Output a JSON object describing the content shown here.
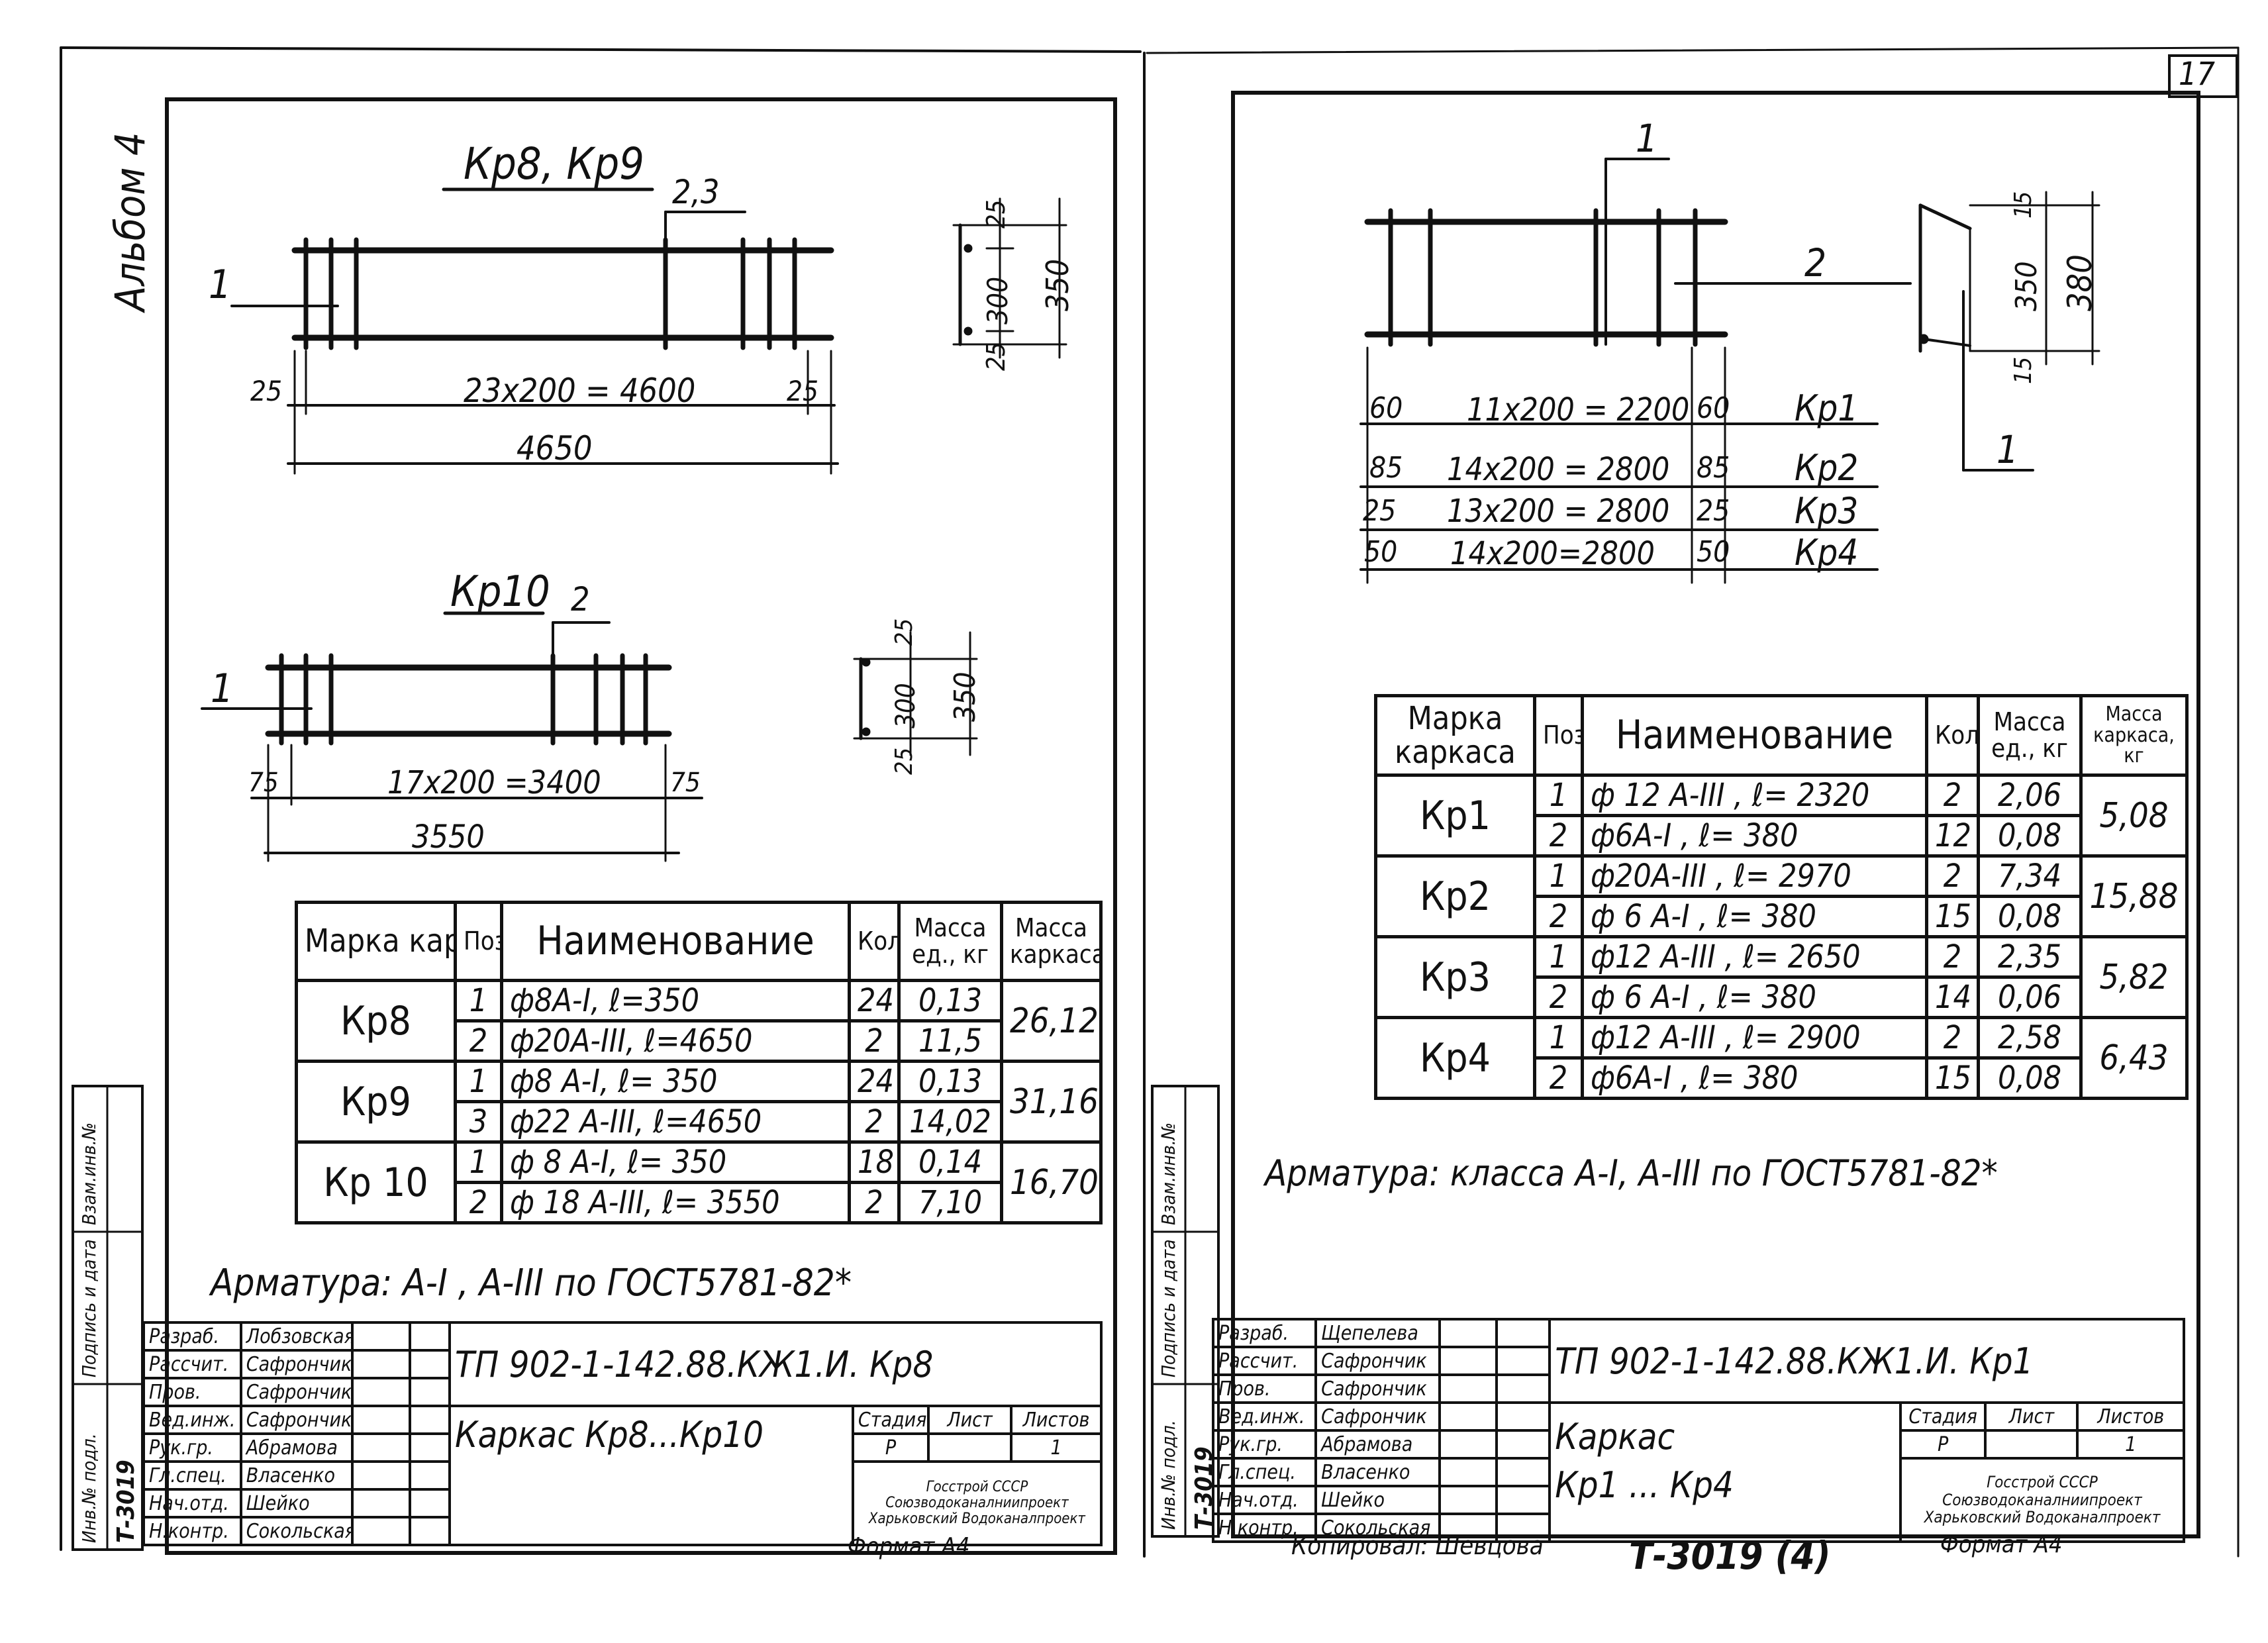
{
  "sheet_number": "17",
  "left": {
    "album_label": "Альбом 4",
    "drawing1": {
      "title": "Кр8, Кр9",
      "pos_label_a": "1",
      "pos_label_b": "2,3",
      "dim_left": "25",
      "dim_mid": "23x200 = 4600",
      "dim_right": "25",
      "dim_total": "4650",
      "section_top": "25",
      "section_mid": "300",
      "section_bot": "25",
      "section_total": "350"
    },
    "drawing2": {
      "title": "Кр10",
      "pos_label_a": "1",
      "pos_label_b": "2",
      "dim_left": "75",
      "dim_mid": "17x200 =3400",
      "dim_right": "75",
      "dim_total": "3550",
      "section_top": "25",
      "section_mid": "300",
      "section_bot": "25",
      "section_total": "350"
    },
    "spec_headers": {
      "mark": "Марка каркаса",
      "pos": "Поз.",
      "name": "Наименование",
      "qty": "Кол.",
      "unit_mass": "Масса ед., кг",
      "frame_mass": "Масса каркаса"
    },
    "spec_groups": [
      {
        "mark": "Кр8",
        "total": "26,12",
        "rows": [
          {
            "pos": "1",
            "name": "ф8А-I, ℓ=350",
            "qty": "24",
            "mass": "0,13"
          },
          {
            "pos": "2",
            "name": "ф20А-III, ℓ=4650",
            "qty": "2",
            "mass": "11,5"
          }
        ]
      },
      {
        "mark": "Кр9",
        "total": "31,16",
        "rows": [
          {
            "pos": "1",
            "name": "ф8 А-I, ℓ= 350",
            "qty": "24",
            "mass": "0,13"
          },
          {
            "pos": "3",
            "name": "ф22 А-III, ℓ=4650",
            "qty": "2",
            "mass": "14,02"
          }
        ]
      },
      {
        "mark": "Кр 10",
        "total": "16,70",
        "rows": [
          {
            "pos": "1",
            "name": "ф 8 А-I, ℓ= 350",
            "qty": "18",
            "mass": "0,14"
          },
          {
            "pos": "2",
            "name": "ф 18 А-III, ℓ= 3550",
            "qty": "2",
            "mass": "7,10"
          }
        ]
      }
    ],
    "note": "Арматура:  А-I , А-III  по ГОСТ5781-82*",
    "stamp_labels": [
      "Инв.№ подл.",
      "Подпись и дата",
      "Взам.инв.№"
    ],
    "stamp_number": "Т-3019",
    "title_block": {
      "roles": [
        {
          "role": "Разраб.",
          "name": "Лобзовская"
        },
        {
          "role": "Рассчит.",
          "name": "Сафрончик"
        },
        {
          "role": "Пров.",
          "name": "Сафрончик"
        },
        {
          "role": "Вед.инж.",
          "name": "Сафрончик"
        },
        {
          "role": "Рук.гр.",
          "name": "Абрамова"
        },
        {
          "role": "Гл.спец.",
          "name": "Власенко"
        },
        {
          "role": "Нач.отд.",
          "name": "Шейко"
        },
        {
          "role": "Н.контр.",
          "name": "Сокольская"
        }
      ],
      "code": "ТП 902-1-142.88.КЖ1.И. Кр8",
      "drawing_title": "Каркас Кр8...Кр10",
      "col_stage": "Стадия",
      "col_sheet": "Лист",
      "col_sheets": "Листов",
      "stage": "Р",
      "sheet": "",
      "sheets": "1",
      "org": "Госстрой СССР Союзводоканалниипроект Харьковский Водоканалпроект",
      "format": "Формат  А4"
    }
  },
  "right": {
    "drawing": {
      "pos_label_1": "1",
      "pos_label_2": "2",
      "pos_label_3": "1",
      "section_top": "15",
      "section_mid": "350",
      "section_bot": "15",
      "section_total": "380",
      "dim_rows": [
        {
          "left": "60",
          "mid": "11x200 = 2200",
          "right": "60",
          "mark": "Кр1"
        },
        {
          "left": "85",
          "mid": "14x200 = 2800",
          "right": "85",
          "mark": "Кр2"
        },
        {
          "left": "25",
          "mid": "13x200 = 2800",
          "right": "25",
          "mark": "Кр3"
        },
        {
          "left": "50",
          "mid": "14x200=2800",
          "right": "50",
          "mark": "Кр4"
        }
      ]
    },
    "spec_headers": {
      "mark": "Марка каркаса",
      "pos": "Поз.",
      "name": "Наименование",
      "qty": "Кол.",
      "unit_mass": "Масса ед., кг",
      "frame_mass": "Масса каркаса, кг"
    },
    "spec_groups": [
      {
        "mark": "Кр1",
        "total": "5,08",
        "rows": [
          {
            "pos": "1",
            "name": "ф 12 А-III , ℓ= 2320",
            "qty": "2",
            "mass": "2,06"
          },
          {
            "pos": "2",
            "name": "ф6А-I ,   ℓ= 380",
            "qty": "12",
            "mass": "0,08"
          }
        ]
      },
      {
        "mark": "Кр2",
        "total": "15,88",
        "rows": [
          {
            "pos": "1",
            "name": "ф20А-III , ℓ= 2970",
            "qty": "2",
            "mass": "7,34"
          },
          {
            "pos": "2",
            "name": "ф 6 А-I ,  ℓ= 380",
            "qty": "15",
            "mass": "0,08"
          }
        ]
      },
      {
        "mark": "Кр3",
        "total": "5,82",
        "rows": [
          {
            "pos": "1",
            "name": "ф12 А-III , ℓ= 2650",
            "qty": "2",
            "mass": "2,35"
          },
          {
            "pos": "2",
            "name": "ф 6 А-I ,  ℓ= 380",
            "qty": "14",
            "mass": "0,06"
          }
        ]
      },
      {
        "mark": "Кр4",
        "total": "6,43",
        "rows": [
          {
            "pos": "1",
            "name": "ф12 А-III , ℓ= 2900",
            "qty": "2",
            "mass": "2,58"
          },
          {
            "pos": "2",
            "name": "ф6А-I ,  ℓ= 380",
            "qty": "15",
            "mass": "0,08"
          }
        ]
      }
    ],
    "note": "Арматура:  класса А-I, А-III  по ГОСТ5781-82*",
    "stamp_labels": [
      "Инв.№ подл.",
      "Подпись и дата",
      "Взам.инв.№"
    ],
    "stamp_number": "Т-3019",
    "title_block": {
      "roles": [
        {
          "role": "Разраб.",
          "name": "Щепелева"
        },
        {
          "role": "Рассчит.",
          "name": "Сафрончик"
        },
        {
          "role": "Пров.",
          "name": "Сафрончик"
        },
        {
          "role": "Вед.инж.",
          "name": "Сафрончик"
        },
        {
          "role": "Рук.гр.",
          "name": "Абрамова"
        },
        {
          "role": "Гл.спец.",
          "name": "Власенко"
        },
        {
          "role": "Нач.отд.",
          "name": "Шейко"
        },
        {
          "role": "Н.контр.",
          "name": "Сокольская"
        }
      ],
      "code": "ТП 902-1-142.88.КЖ1.И. Кр1",
      "drawing_title_1": "Каркас",
      "drawing_title_2": "Кр1 ... Кр4",
      "col_stage": "Стадия",
      "col_sheet": "Лист",
      "col_sheets": "Листов",
      "stage": "Р",
      "sheet": "",
      "sheets": "1",
      "org": "Госстрой СССР Союзводоканалниипроект Харьковский Водоканалпроект",
      "format": "Формат  А4"
    },
    "copied_by": "Копировал: Шевцова",
    "handwritten_number": "Т-3019 (4)"
  }
}
